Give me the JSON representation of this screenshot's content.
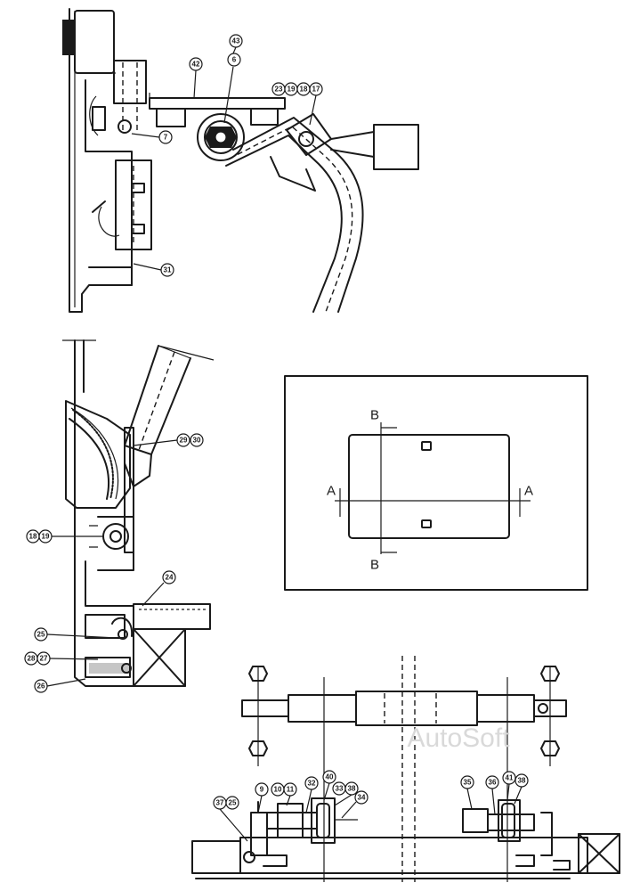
{
  "watermark": "AutoSoft",
  "colors": {
    "ink": "#1a1a1a",
    "background": "#ffffff",
    "watermark": "#d9d9d9"
  },
  "top_view_callouts": {
    "c43": "43",
    "c6": "6",
    "c42": "42",
    "c23": "23",
    "c19": "19",
    "c18": "18",
    "c17": "17",
    "c7": "7",
    "c31": "31"
  },
  "side_view_callouts": {
    "c29": "29",
    "c30": "30",
    "c18": "18",
    "c19": "19",
    "c24": "24",
    "c25": "25",
    "c28": "28",
    "c27": "27",
    "c26": "26"
  },
  "section_inset": {
    "label_b_top": "B",
    "label_b_bottom": "B",
    "label_a_left": "A",
    "label_a_right": "A"
  },
  "bottom_view_callouts": {
    "c37": "37",
    "c25": "25",
    "c9": "9",
    "c10": "10",
    "c11": "11",
    "c32": "32",
    "c40": "40",
    "c33": "33",
    "c38a": "38",
    "c34": "34",
    "c35": "35",
    "c36": "36",
    "c41": "41",
    "c38b": "38"
  }
}
